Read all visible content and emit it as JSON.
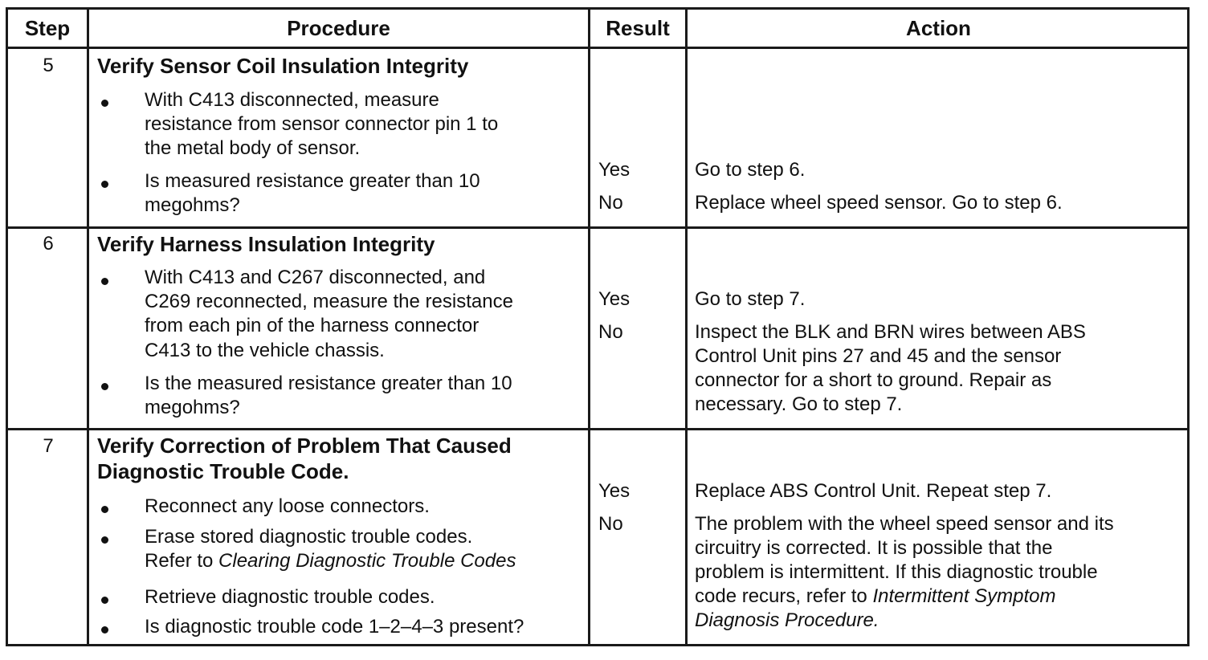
{
  "headers": {
    "step": "Step",
    "procedure": "Procedure",
    "result": "Result",
    "action": "Action"
  },
  "rows": [
    {
      "step": "5",
      "title": "Verify Sensor Coil Insulation Integrity",
      "bullets": [
        {
          "lines": [
            "With C413 disconnected, measure",
            "resistance from sensor connector pin 1 to",
            "the metal body of sensor."
          ]
        },
        {
          "lines": [
            "Is measured resistance greater than 10",
            "megohms?"
          ]
        }
      ],
      "results": [
        "Yes",
        "No"
      ],
      "actions": [
        {
          "lines": [
            "Go to step 6."
          ]
        },
        {
          "lines": [
            "Replace wheel speed sensor. Go to step 6."
          ]
        }
      ]
    },
    {
      "step": "6",
      "title": "Verify Harness Insulation Integrity",
      "bullets": [
        {
          "lines": [
            "With C413 and C267 disconnected, and",
            "C269 reconnected, measure the resistance",
            "from each pin of the harness connector",
            "C413 to the vehicle chassis."
          ]
        },
        {
          "lines": [
            "Is the measured resistance greater than 10",
            "megohms?"
          ]
        }
      ],
      "results": [
        "Yes",
        "No"
      ],
      "actions": [
        {
          "lines": [
            "Go to step 7."
          ]
        },
        {
          "lines": [
            "Inspect the BLK and BRN wires between ABS",
            "Control Unit pins 27 and 45 and the sensor",
            "connector for a short to ground. Repair as",
            "necessary. Go to step 7."
          ]
        }
      ]
    },
    {
      "step": "7",
      "title_lines": [
        "Verify Correction of Problem That Caused",
        "Diagnostic Trouble Code."
      ],
      "bullets": [
        {
          "lines": [
            "Reconnect any loose connectors."
          ]
        },
        {
          "line1": "Erase stored diagnostic trouble codes.",
          "line2_prefix": "Refer to ",
          "line2_italic": "Clearing Diagnostic Trouble Codes"
        },
        {
          "lines": [
            "Retrieve diagnostic trouble codes."
          ]
        },
        {
          "lines": [
            "Is diagnostic trouble code 1–2–4–3 present?"
          ]
        }
      ],
      "results": [
        "Yes",
        "No"
      ],
      "actions": [
        {
          "lines": [
            "Replace ABS Control Unit.  Repeat step 7."
          ]
        },
        {
          "lines": [
            "The problem with the wheel speed sensor and its",
            "circuitry is corrected. It is possible that the",
            "problem is intermittent.  If this diagnostic trouble"
          ],
          "line4_prefix": "code recurs, refer to ",
          "line4_italic": "Intermittent Symptom",
          "line5_italic": "Diagnosis Procedure."
        }
      ]
    }
  ]
}
